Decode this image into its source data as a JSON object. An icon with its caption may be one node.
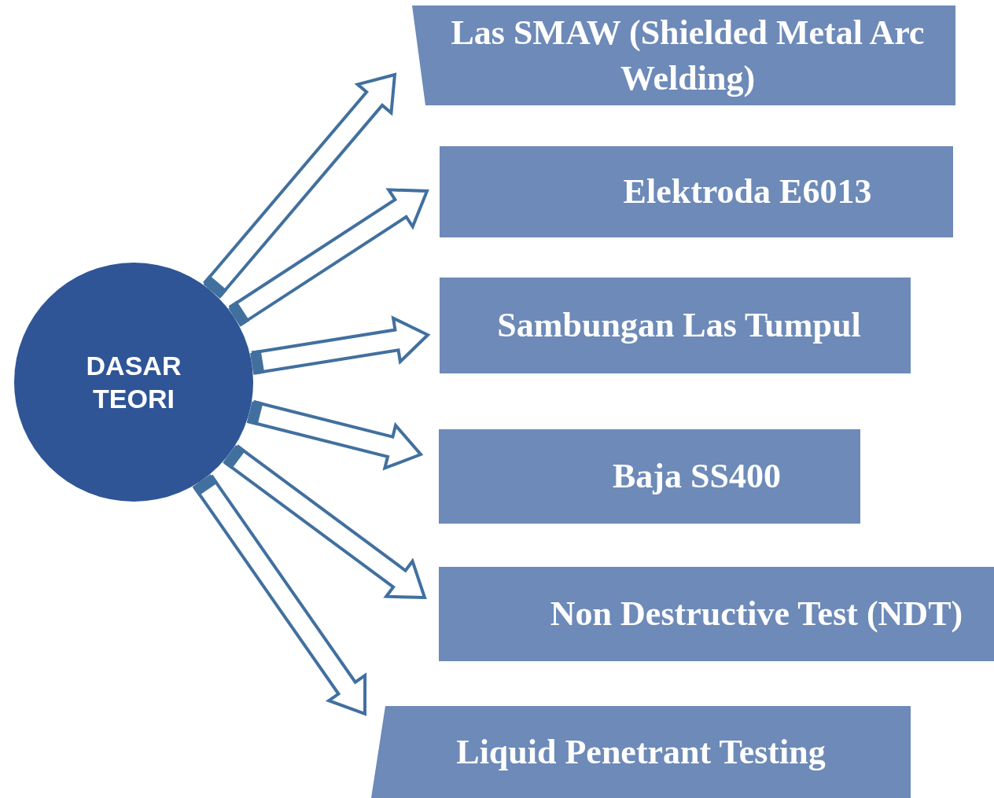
{
  "diagram": {
    "nodes": [
      {
        "text": [
          "DASAR TEORI"
        ]
      },
      {
        "text": [
          "Las SMAW (Shielded Metal Arc Welding)"
        ]
      },
      {
        "text": [
          "Elektroda E6013"
        ]
      },
      {
        "text": [
          "Sambungan Las Tumpul"
        ]
      },
      {
        "text": [
          "Baja SS400"
        ]
      },
      {
        "text": [
          "Non Destructive Test (NDT)"
        ]
      },
      {
        "text": [
          "Liquid Penetrant Testing"
        ]
      }
    ],
    "edges": [
      {
        "from": 0,
        "to": 1,
        "arrow": "to"
      },
      {
        "from": 0,
        "to": 2,
        "arrow": "to"
      },
      {
        "from": 0,
        "to": 3,
        "arrow": "to"
      },
      {
        "from": 0,
        "to": 4,
        "arrow": "to"
      },
      {
        "from": 0,
        "to": 5,
        "arrow": "to"
      },
      {
        "from": 0,
        "to": 6,
        "arrow": "to"
      }
    ]
  }
}
